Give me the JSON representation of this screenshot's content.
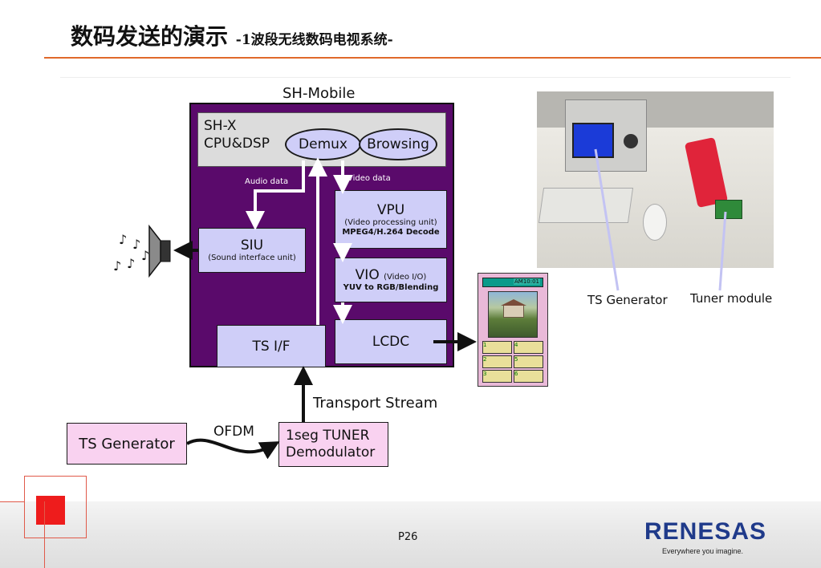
{
  "title": {
    "main": "数码发送的演示",
    "sub": "-1波段无线数码电视系统-"
  },
  "diagram": {
    "sh_mobile_label": "SH-Mobile",
    "shx_line1": "SH-X",
    "shx_line2": "CPU&DSP",
    "demux": "Demux",
    "browsing": "Browsing",
    "audio_data": "Audio data",
    "video_data": "Video data",
    "vpu_title": "VPU",
    "vpu_desc": "(Video processing unit)",
    "vpu_codec": "MPEG4/H.264 Decode",
    "siu_title": "SIU",
    "siu_desc": "(Sound interface unit)",
    "vio_title": "VIO",
    "vio_paren": "(Video I/O)",
    "vio_desc": "YUV to RGB/Blending",
    "lcdc": "LCDC",
    "tsif": "TS I/F",
    "transport_stream": "Transport Stream",
    "ts_generator": "TS Generator",
    "ofdm": "OFDM",
    "tuner_line1": "1seg TUNER",
    "tuner_line2": "Demodulator",
    "phone_time": "AM10:01",
    "phone_buttons": [
      "1",
      "4",
      "2",
      "5",
      "3",
      "6"
    ]
  },
  "photo": {
    "label_ts": "TS Generator",
    "label_tuner": "Tuner module"
  },
  "footer": {
    "page": "P26",
    "logo": "RENESAS",
    "tagline": "Everywhere you imagine."
  }
}
